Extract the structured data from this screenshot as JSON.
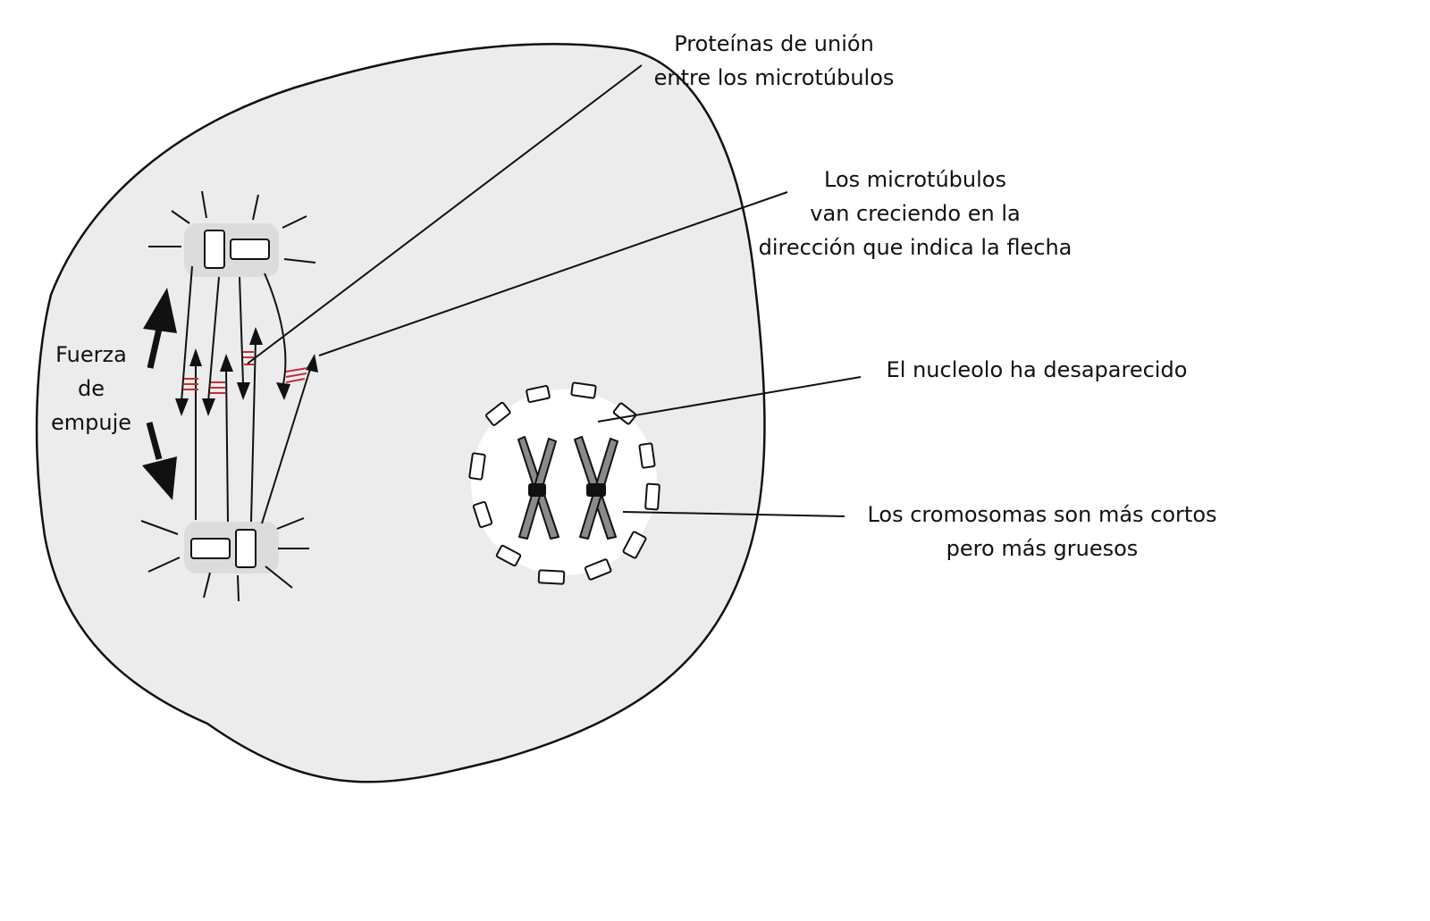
{
  "colors": {
    "cell_fill": "#ececec",
    "outline": "#111111",
    "linker": "#c0303a",
    "chromosome": "#8a8a8a",
    "centrosome_pad": "#dcdcdc"
  },
  "labels": {
    "proteins": [
      "Proteínas de unión",
      "entre los microtúbulos"
    ],
    "growth": [
      "Los microtúbulos",
      "van creciendo en la",
      "dirección que indica la flecha"
    ],
    "nucleolus": [
      "El nucleolo ha desaparecido"
    ],
    "chromosomes": [
      "Los cromosomas son más cortos",
      "pero más gruesos"
    ],
    "force": [
      "Fuerza",
      "de",
      "empuje"
    ]
  }
}
